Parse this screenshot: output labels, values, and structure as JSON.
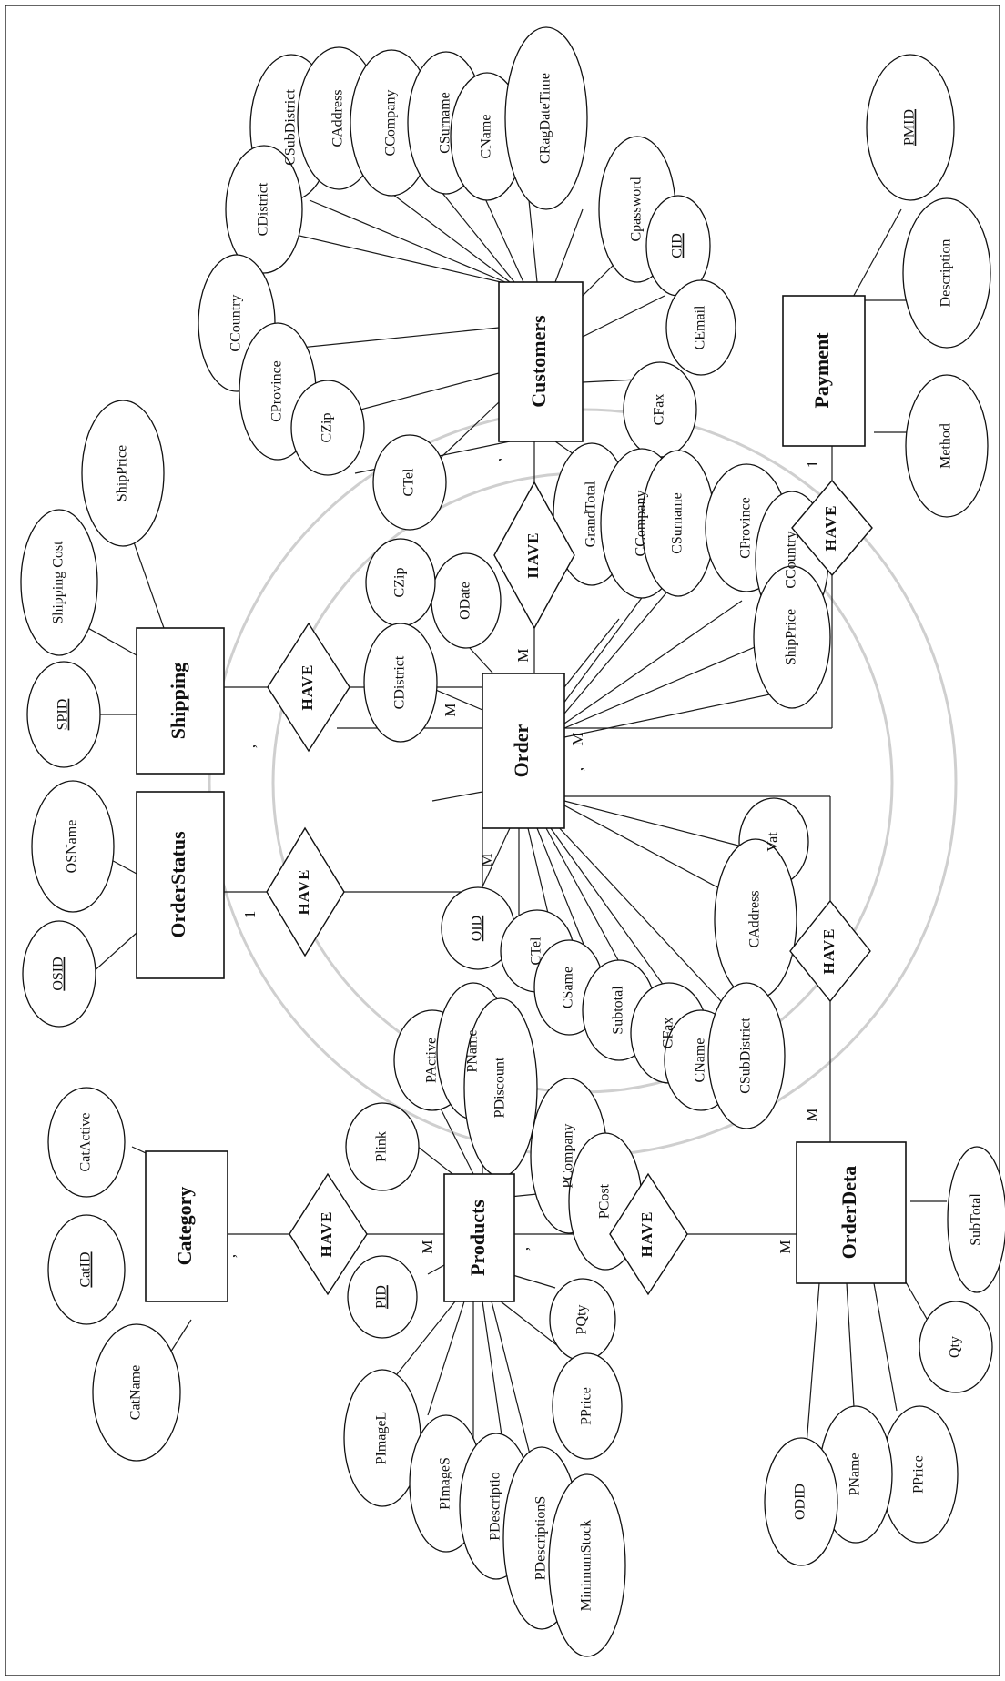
{
  "entities": {
    "category": "Category",
    "orderstatus": "OrderStatus",
    "shipping": "Shipping",
    "customers": "Customers",
    "order": "Order",
    "products": "Products",
    "orderdeta": "OrderDeta",
    "payment": "Payment"
  },
  "relationships": {
    "have_category_products": "HAVE",
    "have_orderstatus_order": "HAVE",
    "have_shipping_order": "HAVE",
    "have_customers_order": "HAVE",
    "have_payment_order": "HAVE",
    "have_products_orderdeta": "HAVE",
    "have_order_orderdeta": "HAVE"
  },
  "cardinalities": {
    "category_side": ",",
    "products_side_cat": "M",
    "orderstatus_side": "1",
    "order_side_status": "M",
    "shipping_side": ",",
    "order_side_ship": "M",
    "customers_side": ",",
    "order_side_cust": "M",
    "payment_side": "1",
    "order_side_pay": "M",
    "order_side_pay2": ",",
    "products_side_od": ",",
    "orderdeta_side_prod": "M",
    "orderdeta_side_order": "M"
  },
  "attributes": {
    "category": {
      "catactive": "CatActive",
      "catid": "CatID",
      "catname": "CatName"
    },
    "orderstatus": {
      "osid": "OSID",
      "osname": "OSName"
    },
    "shipping": {
      "spid": "SPID",
      "shipping_cost": "Shipping  Cost",
      "shipprice": "ShipPrice"
    },
    "customers": {
      "csubdistrict": "CSubDistrict",
      "caddress": "CAddress",
      "ccompany": "CCompany",
      "csurname": "CSurname",
      "cname": "CName",
      "cragdatetime": "CRagDateTime",
      "cdistrict": "CDistrict",
      "cpassword": "Cpassword",
      "cid": "CID",
      "ccountry": "CCountry",
      "cemail": "CEmail",
      "cprovince": "CProvince",
      "cfax": "CFax",
      "czip": "CZip",
      "ctel": "CTel"
    },
    "payment": {
      "pmid": "PMID",
      "description": "Description",
      "method": "Method"
    },
    "order": {
      "grandtotal": "GrandTotal",
      "ccompany": "CCompany",
      "csurname": "CSurname",
      "cprovince": "CProvince",
      "ccountry": "CCountry",
      "odate": "ODate",
      "czip": "CZip",
      "shipprice": "ShipPrice",
      "cdistrict": "CDistrict",
      "vat": "Vat",
      "caddress": "CAddress",
      "oid": "OID",
      "ctel": "CTel",
      "csame": "CSame",
      "subtotal": "Subtotal",
      "cfax": "CFax",
      "cname": "CName",
      "csubdistrict": "CSubDistrict"
    },
    "products": {
      "pactive": "PActive",
      "pname": "PName",
      "pdiscount": "PDiscount",
      "plink": "Plink",
      "pcompany": "PCompany",
      "pcost": "PCost",
      "pid": "PID",
      "pqty": "PQty",
      "pimagel": "PImageL",
      "pimages": "PImageS",
      "pdescriptio": "PDescriptio",
      "pdescriptions": "PDescriptionS",
      "minimumstock": "MinimumStock",
      "pprice": "PPrice"
    },
    "orderdeta": {
      "subtotal": "SubTotal",
      "qty": "Qty",
      "pprice": "PPrice",
      "pname": "PName",
      "odid": "ODID"
    }
  }
}
